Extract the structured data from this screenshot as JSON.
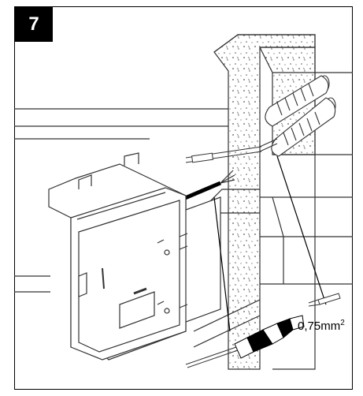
{
  "step": {
    "number": "7"
  },
  "annotation": {
    "wire_cross_section": "0,75mm",
    "exponent": "2"
  },
  "colors": {
    "line": "#333333",
    "frame": "#000000",
    "badge_bg": "#000000",
    "badge_text": "#ffffff"
  }
}
